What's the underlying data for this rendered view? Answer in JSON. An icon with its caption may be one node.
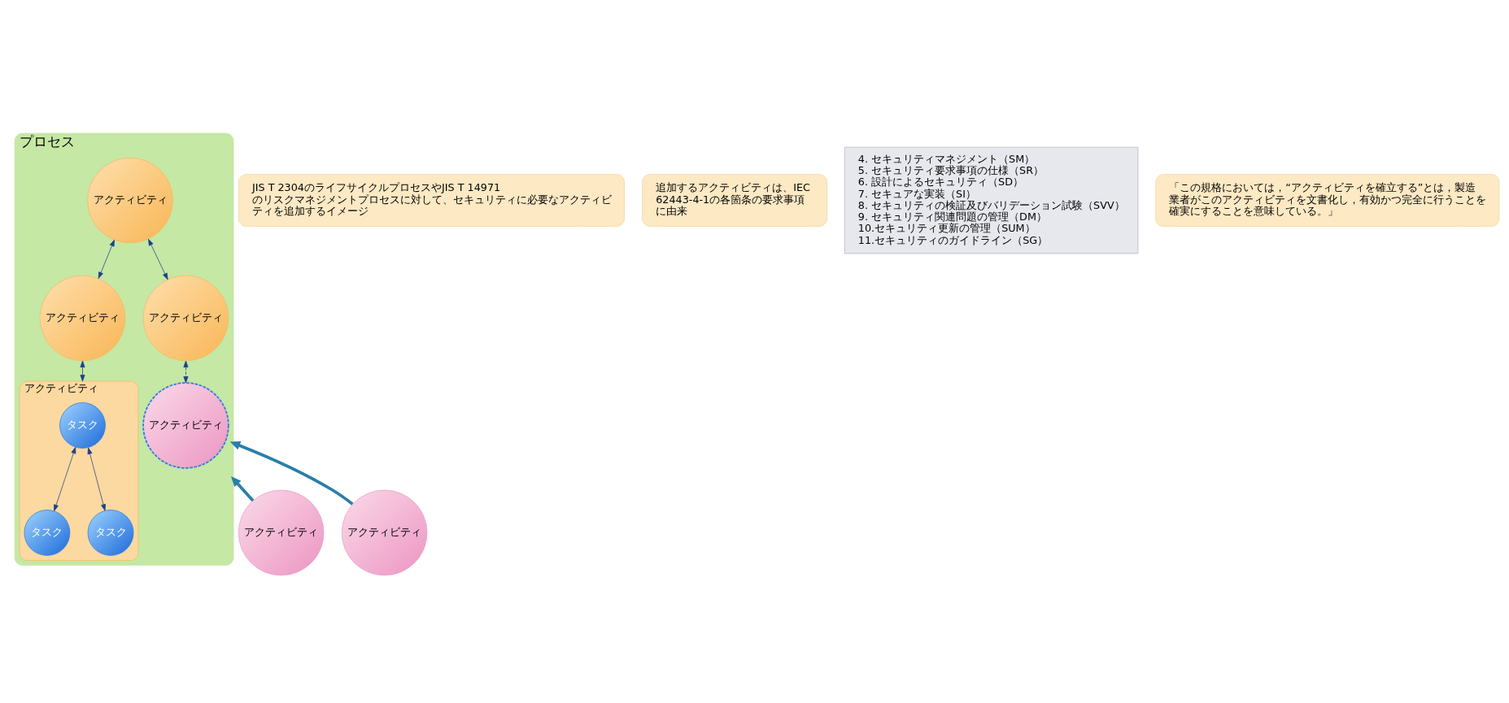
{
  "diagram": {
    "nodes": [
      {
        "text": [
          "プロセス"
        ]
      },
      {
        "text": [
          "アクティビティ"
        ],
        "in": 0
      },
      {
        "text": [
          "タスク"
        ],
        "in": 1
      },
      {
        "text": [
          "タスク"
        ],
        "in": 1
      },
      {
        "text": [
          "タスク"
        ],
        "in": 1
      },
      {
        "text": [
          "アクティビティ"
        ],
        "in": 0
      },
      {
        "text": [
          "アクティビティ"
        ],
        "in": 0
      },
      {
        "text": [
          "アクティビティ"
        ],
        "in": 0
      },
      {
        "text": [
          "アクティビティ"
        ],
        "in": 0
      },
      {
        "text": [
          "JIS T 2304のライフサイクルプロセスやJIS T 14971のリスクマネジメントプロセスに対して、セキュリティに必要なアクティビティを追加するイメージ"
        ]
      },
      {
        "text": [
          "アクティビティ"
        ]
      },
      {
        "text": [
          "追加するアクティビティは、IEC 62443-4-1の各箇条の要求事項に由来"
        ]
      },
      {
        "text": [
          "4. セキュリティマネジメント（SM）",
          "5. セキュリティ要求事項の仕様（SR）",
          "6. 設計によるセキュリティ（SD）",
          "7. セキュアな実装（SI）",
          "8. セキュリティの検証及びバリデーション試験（SVV）",
          "9. セキュリティ関連問題の管理（DM）",
          "10.セキュリティ更新の管理（SUM）",
          "11.セキュリティのガイドライン（SG）"
        ]
      },
      {
        "text": [
          "「この規格においては，“アクティビティを確立する”とは，製造業者がこのアクティビティを文書化し，有効かつ完全に行うことを確実にすることを意味している。」"
        ]
      },
      {
        "text": [
          "アクティビティ"
        ]
      }
    ],
    "edges": [
      {
        "from": 5,
        "to": 6,
        "arrow": "both"
      },
      {
        "from": 6,
        "to": 1,
        "arrow": "both"
      },
      {
        "from": 2,
        "to": 3,
        "arrow": "both"
      },
      {
        "from": 2,
        "to": 4,
        "arrow": "both"
      },
      {
        "from": 5,
        "to": 7,
        "arrow": "both"
      },
      {
        "from": 7,
        "to": 8,
        "arrow": "both",
        "style": "dashed"
      },
      {
        "from": 10,
        "to": 0,
        "arrow": "to",
        "style": "thick",
        "color": "#2a7fa8"
      },
      {
        "from": 14,
        "to": 0,
        "arrow": "to",
        "style": "thick",
        "color": "#2a7fa8"
      }
    ]
  }
}
